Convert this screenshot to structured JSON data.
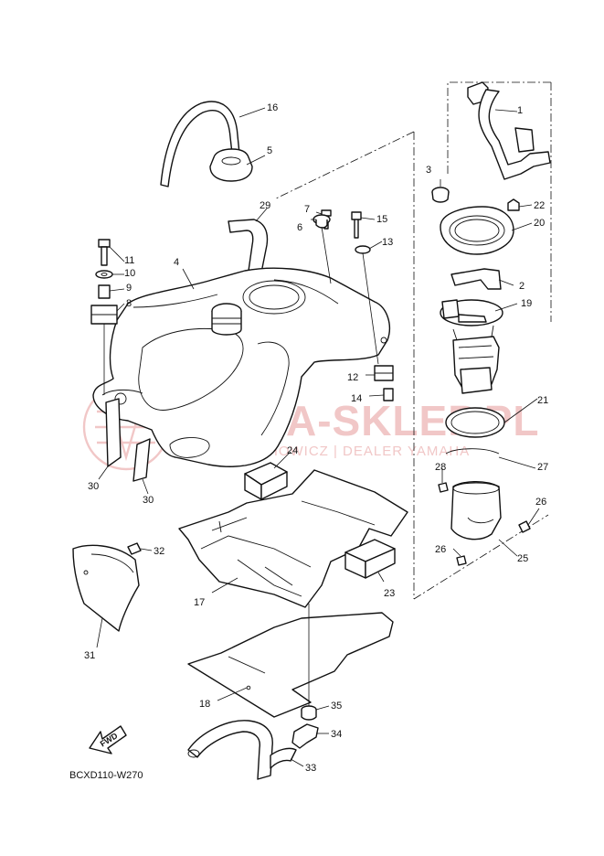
{
  "diagram_code": "BCXD110-W270",
  "fwd_label": "FWD",
  "watermark": {
    "title": "YAMA-SKLEP.PL",
    "subtitle": "OJCIECHOWICZ | DEALER YAMAHA"
  },
  "callouts": [
    {
      "id": "c1",
      "label": "1"
    },
    {
      "id": "c2",
      "label": "2"
    },
    {
      "id": "c3",
      "label": "3"
    },
    {
      "id": "c4",
      "label": "4"
    },
    {
      "id": "c5",
      "label": "5"
    },
    {
      "id": "c6",
      "label": "6"
    },
    {
      "id": "c7",
      "label": "7"
    },
    {
      "id": "c8",
      "label": "8"
    },
    {
      "id": "c9",
      "label": "9"
    },
    {
      "id": "c10",
      "label": "10"
    },
    {
      "id": "c11",
      "label": "11"
    },
    {
      "id": "c12",
      "label": "12"
    },
    {
      "id": "c13",
      "label": "13"
    },
    {
      "id": "c14",
      "label": "14"
    },
    {
      "id": "c15",
      "label": "15"
    },
    {
      "id": "c16",
      "label": "16"
    },
    {
      "id": "c17",
      "label": "17"
    },
    {
      "id": "c18",
      "label": "18"
    },
    {
      "id": "c19",
      "label": "19"
    },
    {
      "id": "c20",
      "label": "20"
    },
    {
      "id": "c21",
      "label": "21"
    },
    {
      "id": "c22",
      "label": "22"
    },
    {
      "id": "c23",
      "label": "23"
    },
    {
      "id": "c24",
      "label": "24"
    },
    {
      "id": "c25",
      "label": "25"
    },
    {
      "id": "c26a",
      "label": "26"
    },
    {
      "id": "c26b",
      "label": "26"
    },
    {
      "id": "c27",
      "label": "27"
    },
    {
      "id": "c28",
      "label": "28"
    },
    {
      "id": "c29",
      "label": "29"
    },
    {
      "id": "c30a",
      "label": "30"
    },
    {
      "id": "c30b",
      "label": "30"
    },
    {
      "id": "c31",
      "label": "31"
    },
    {
      "id": "c32",
      "label": "32"
    },
    {
      "id": "c33",
      "label": "33"
    },
    {
      "id": "c34",
      "label": "34"
    },
    {
      "id": "c35",
      "label": "35"
    }
  ]
}
